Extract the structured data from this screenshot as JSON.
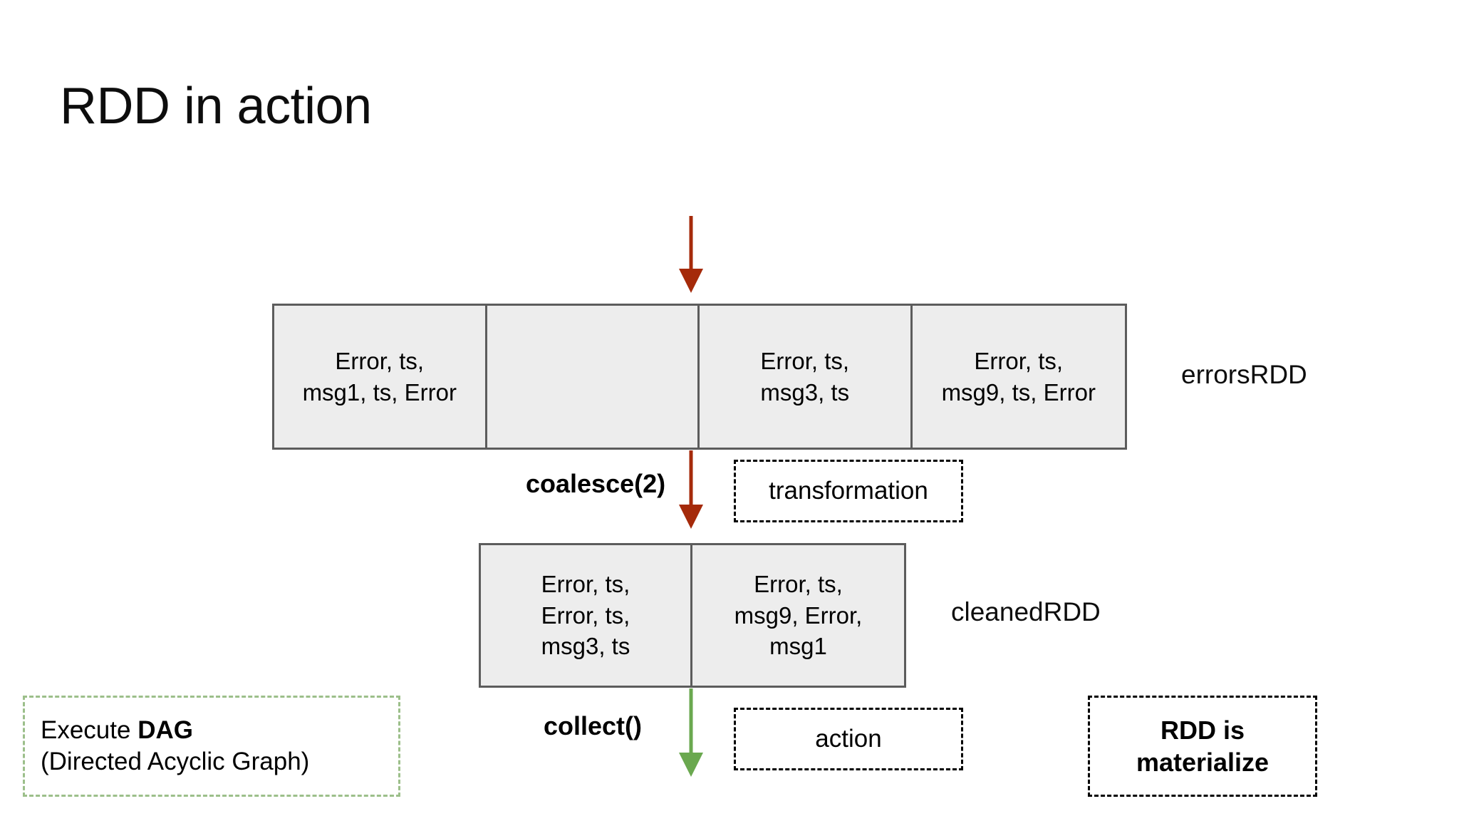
{
  "slide": {
    "title": "RDD in action",
    "background_color": "#ffffff"
  },
  "colors": {
    "transformation_arrow": "#a52a0a",
    "action_arrow": "#6aa84f",
    "partition_fill": "#ededed",
    "partition_border": "#5c5c5c",
    "dag_box_border": "#9cbf8a",
    "annotation_border": "#000000"
  },
  "errors_rdd": {
    "name": "errorsRDD",
    "partitions": [
      {
        "line1": "Error, ts,",
        "line2": "msg1, ts, Error",
        "line3": ""
      },
      {
        "line1": "",
        "line2": "",
        "line3": ""
      },
      {
        "line1": "Error, ts,",
        "line2": "msg3, ts",
        "line3": ""
      },
      {
        "line1": "Error, ts,",
        "line2": "msg9, ts, Error",
        "line3": ""
      }
    ]
  },
  "cleaned_rdd": {
    "name": "cleanedRDD",
    "partitions": [
      {
        "line1": "Error, ts,",
        "line2": "Error, ts,",
        "line3": "msg3, ts"
      },
      {
        "line1": "Error, ts,",
        "line2": "msg9, Error,",
        "line3": "msg1"
      }
    ]
  },
  "operations": {
    "coalesce": "coalesce(2)",
    "collect": "collect()"
  },
  "annotations": {
    "transformation": "transformation",
    "action": "action",
    "dag_line1_prefix": "Execute ",
    "dag_line1_strong": "DAG",
    "dag_line2": "(Directed Acyclic Graph)",
    "materialize_line1": "RDD is",
    "materialize_line2": "materialize"
  }
}
